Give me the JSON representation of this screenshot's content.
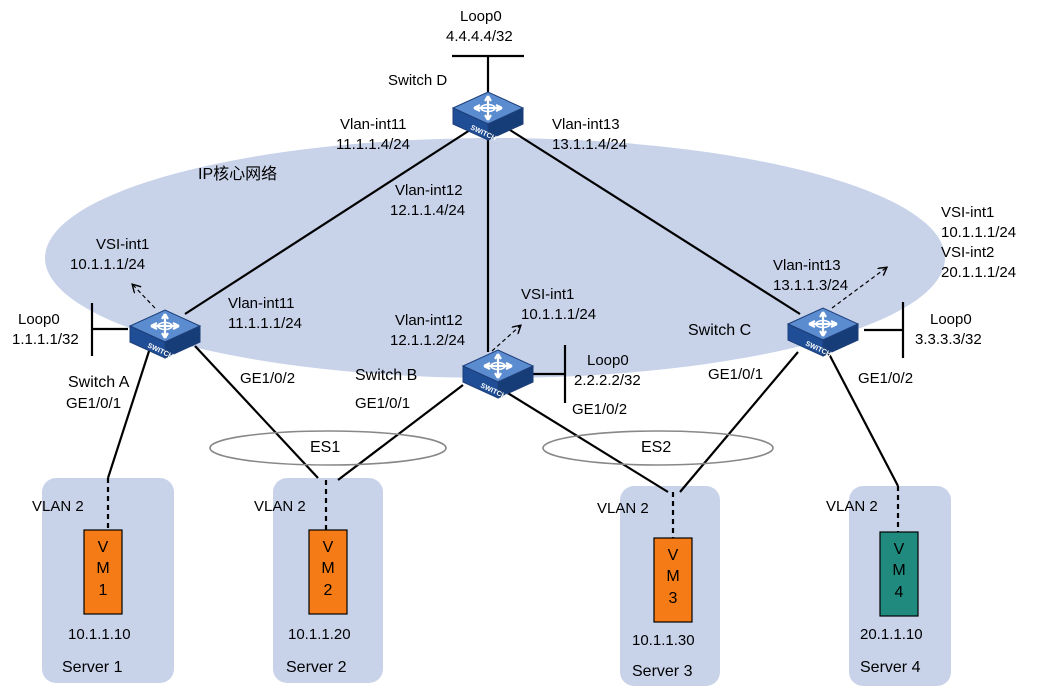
{
  "core_network": {
    "label": "IP核心网络"
  },
  "switches": {
    "a": {
      "name": "Switch A",
      "loop_label": "Loop0",
      "loop_ip": "1.1.1.1/32",
      "vsi_label": "VSI-int1",
      "vsi_ip": "10.1.1.1/24",
      "vlan_label": "Vlan-int11",
      "vlan_ip": "11.1.1.1/24",
      "port1": "GE1/0/1",
      "port2": "GE1/0/2"
    },
    "b": {
      "name": "Switch B",
      "loop_label": "Loop0",
      "loop_ip": "2.2.2.2/32",
      "vsi_label": "VSI-int1",
      "vsi_ip": "10.1.1.1/24",
      "vlan_label": "Vlan-int12",
      "vlan_ip": "12.1.1.2/24",
      "port1": "GE1/0/1",
      "port2": "GE1/0/2"
    },
    "c": {
      "name": "Switch C",
      "loop_label": "Loop0",
      "loop_ip": "3.3.3.3/32",
      "vsi1_label": "VSI-int1",
      "vsi1_ip": "10.1.1.1/24",
      "vsi2_label": "VSI-int2",
      "vsi2_ip": "20.1.1.1/24",
      "vlan_label": "Vlan-int13",
      "vlan_ip": "13.1.1.3/24",
      "port1": "GE1/0/1",
      "port2": "GE1/0/2"
    },
    "d": {
      "name": "Switch D",
      "loop_label": "Loop0",
      "loop_ip": "4.4.4.4/32",
      "vlan11_label": "Vlan-int11",
      "vlan11_ip": "11.1.1.4/24",
      "vlan12_label": "Vlan-int12",
      "vlan12_ip": "12.1.1.4/24",
      "vlan13_label": "Vlan-int13",
      "vlan13_ip": "13.1.1.4/24"
    }
  },
  "switch_badge": "SWITCH",
  "ethernet_segments": [
    "ES1",
    "ES2"
  ],
  "servers": [
    {
      "name": "Server 1",
      "vlan": "VLAN 2",
      "vm_top": "V",
      "vm_bottom": "M",
      "vm_num": "1",
      "ip": "10.1.1.10"
    },
    {
      "name": "Server 2",
      "vlan": "VLAN 2",
      "vm_top": "V",
      "vm_bottom": "M",
      "vm_num": "2",
      "ip": "10.1.1.20"
    },
    {
      "name": "Server 3",
      "vlan": "VLAN 2",
      "vm_top": "V",
      "vm_bottom": "M",
      "vm_num": "3",
      "ip": "10.1.1.30"
    },
    {
      "name": "Server 4",
      "vlan": "VLAN 2",
      "vm_top": "V",
      "vm_bottom": "M",
      "vm_num": "4",
      "ip": "20.1.1.10"
    }
  ],
  "colors": {
    "core_ellipse": "#c8d3ea",
    "server_box": "#c8d3ea",
    "vm_orange": "#f57b16",
    "vm_teal": "#1f8a7d",
    "switch_body": "#2b5ea8"
  }
}
